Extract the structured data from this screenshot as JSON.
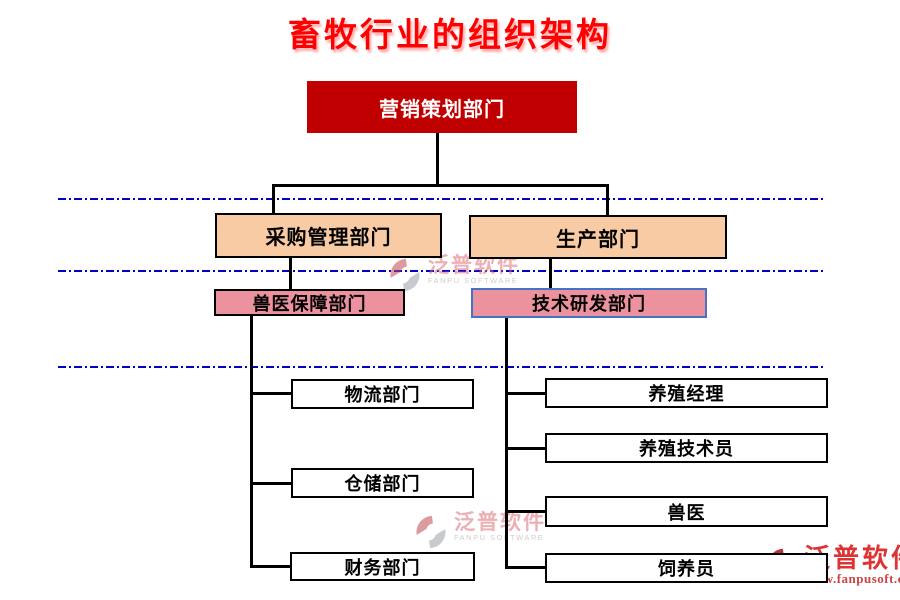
{
  "title": "畜牧行业的组织架构",
  "org": {
    "nodes": {
      "marketing": {
        "label": "营销策划部门"
      },
      "procurement": {
        "label": "采购管理部门"
      },
      "production": {
        "label": "生产部门"
      },
      "vet_support": {
        "label": "兽医保障部门"
      },
      "tech_rd": {
        "label": "技术研发部门"
      },
      "logistics": {
        "label": "物流部门"
      },
      "warehouse": {
        "label": "仓储部门"
      },
      "finance": {
        "label": "财务部门"
      },
      "breeding_manager": {
        "label": "养殖经理"
      },
      "breeding_technician": {
        "label": "养殖技术员"
      },
      "veterinarian": {
        "label": "兽医"
      },
      "feeder": {
        "label": "饲养员"
      }
    },
    "hierarchy": [
      {
        "parent": "营销策划部门",
        "children": [
          "采购管理部门",
          "生产部门"
        ]
      },
      {
        "parent": "采购管理部门",
        "children": [
          "兽医保障部门"
        ]
      },
      {
        "parent": "生产部门",
        "children": [
          "技术研发部门"
        ]
      },
      {
        "parent": "兽医保障部门",
        "children": [
          "物流部门",
          "仓储部门",
          "财务部门"
        ]
      },
      {
        "parent": "技术研发部门",
        "children": [
          "养殖经理",
          "养殖技术员",
          "兽医",
          "饲养员"
        ]
      }
    ]
  },
  "watermark": {
    "brand": "泛普软件",
    "brand_en": "FANPU SOFTWARE",
    "url": "www.fanpusoft.com"
  },
  "colors": {
    "title_red": "#FF0000",
    "root_box": "#C00000",
    "level2_box": "#F8CBA4",
    "level3_box": "#EC929E",
    "level3_border_blue": "#4472C4",
    "leaf_box": "#FFFFFF",
    "connector": "#000000",
    "dashed_separator": "#0000CC",
    "watermark_red": "#DD3333"
  }
}
